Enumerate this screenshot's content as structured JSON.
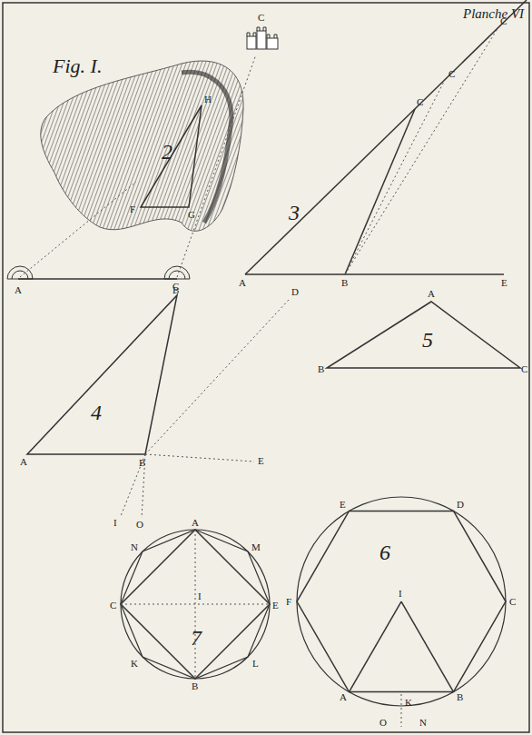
{
  "diagram": {
    "labels": [
      "Planche VI",
      "Fig. I.",
      "C",
      "A",
      "B",
      "H",
      "F",
      "G",
      "2",
      "C",
      "C",
      "C",
      "3",
      "A",
      "B",
      "E",
      "C",
      "D",
      "4",
      "A",
      "B",
      "E",
      "I",
      "O",
      "A",
      "5",
      "B",
      "C",
      "E",
      "D",
      "6",
      "F",
      "C",
      "I",
      "A",
      "K",
      "B",
      "O",
      "N",
      "A",
      "N",
      "M",
      "C",
      "I",
      "7",
      "E",
      "K",
      "L",
      "B"
    ]
  }
}
